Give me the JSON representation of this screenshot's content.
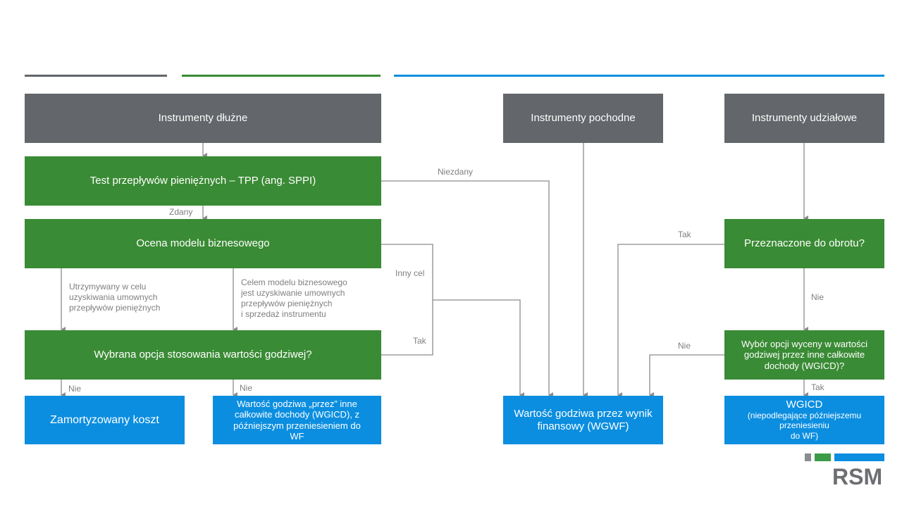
{
  "boxes": {
    "debt": "Instrumenty  dłużne",
    "derivatives": "Instrumenty  pochodne",
    "equity": "Instrumenty  udziałowe",
    "sppi": "Test przepływów  pieniężnych  – TPP (ang. SPPI)",
    "business_model": "Ocena modelu biznesowego",
    "fv_option": "Wybrana  opcja  stosowania  wartości godziwej?",
    "held_for_trading": "Przeznaczone  do  obrotu?",
    "fvoci_option": "Wybór opcji wyceny w wartości\ngodziwej przez inne całkowite\ndochody (WGICD)?",
    "amortized_cost": "Zamortyzowany  koszt",
    "fvoci_recycling": "Wartość godziwa „przez” inne\ncałkowite dochody (WGICD), z\npóźniejszym przeniesieniem do\nWF",
    "fvpl": "Wartość godziwa przez wynik\nfinansowy (WGWF)",
    "fvoci_no_recycling_title": "WGICD",
    "fvoci_no_recycling_sub": "(niepodlegające  późniejszemu\nprzeniesieniu\ndo WF)"
  },
  "labels": {
    "zdany": "Zdany",
    "niezdany": "Niezdany",
    "held_to_collect": "Utrzymywany w celu\nuzyskiwania umownych\nprzepływów  pieniężnych",
    "collect_and_sell": "Celem modelu biznesowego\njest uzyskiwanie umownych\nprzepływów pieniężnych\ni sprzedaż instrumentu",
    "inny_cel": "Inny cel",
    "tak_fv": "Tak",
    "nie_amortized": "Nie",
    "nie_fvoci": "Nie",
    "tak_trading": "Tak",
    "nie_trading": "Nie",
    "nie_option": "Nie",
    "tak_option": "Tak"
  },
  "logo": {
    "text": "RSM"
  },
  "colors": {
    "gray": "#63666a",
    "green": "#3a8b35",
    "blue": "#0b8ee0",
    "connector": "#8c8c8c"
  }
}
